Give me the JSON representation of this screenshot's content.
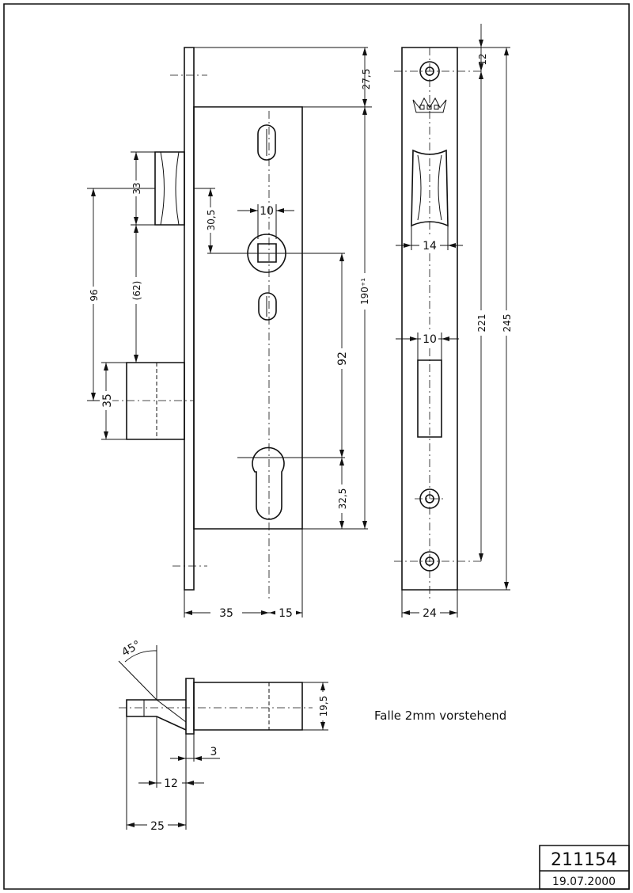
{
  "dimensions": {
    "front": {
      "d27_5": "27,5",
      "d33": "33",
      "d30_5": "30,5",
      "d10_top": "10",
      "d96": "96",
      "d62": "(62)",
      "d190": "190⁺¹",
      "d92": "92",
      "d35_side": "35",
      "d32_5": "32,5",
      "d35_bottom": "35",
      "d15": "15"
    },
    "faceplate": {
      "d12": "12",
      "d14": "14",
      "d10": "10",
      "d221": "221",
      "d245": "245",
      "d24": "24"
    },
    "latch": {
      "d45": "45°",
      "d19_5": "19,5",
      "d3": "3",
      "d12": "12",
      "d25": "25"
    }
  },
  "note": "Falle 2mm vorstehend",
  "title_block": {
    "number": "211154",
    "date": "19.07.2000"
  }
}
